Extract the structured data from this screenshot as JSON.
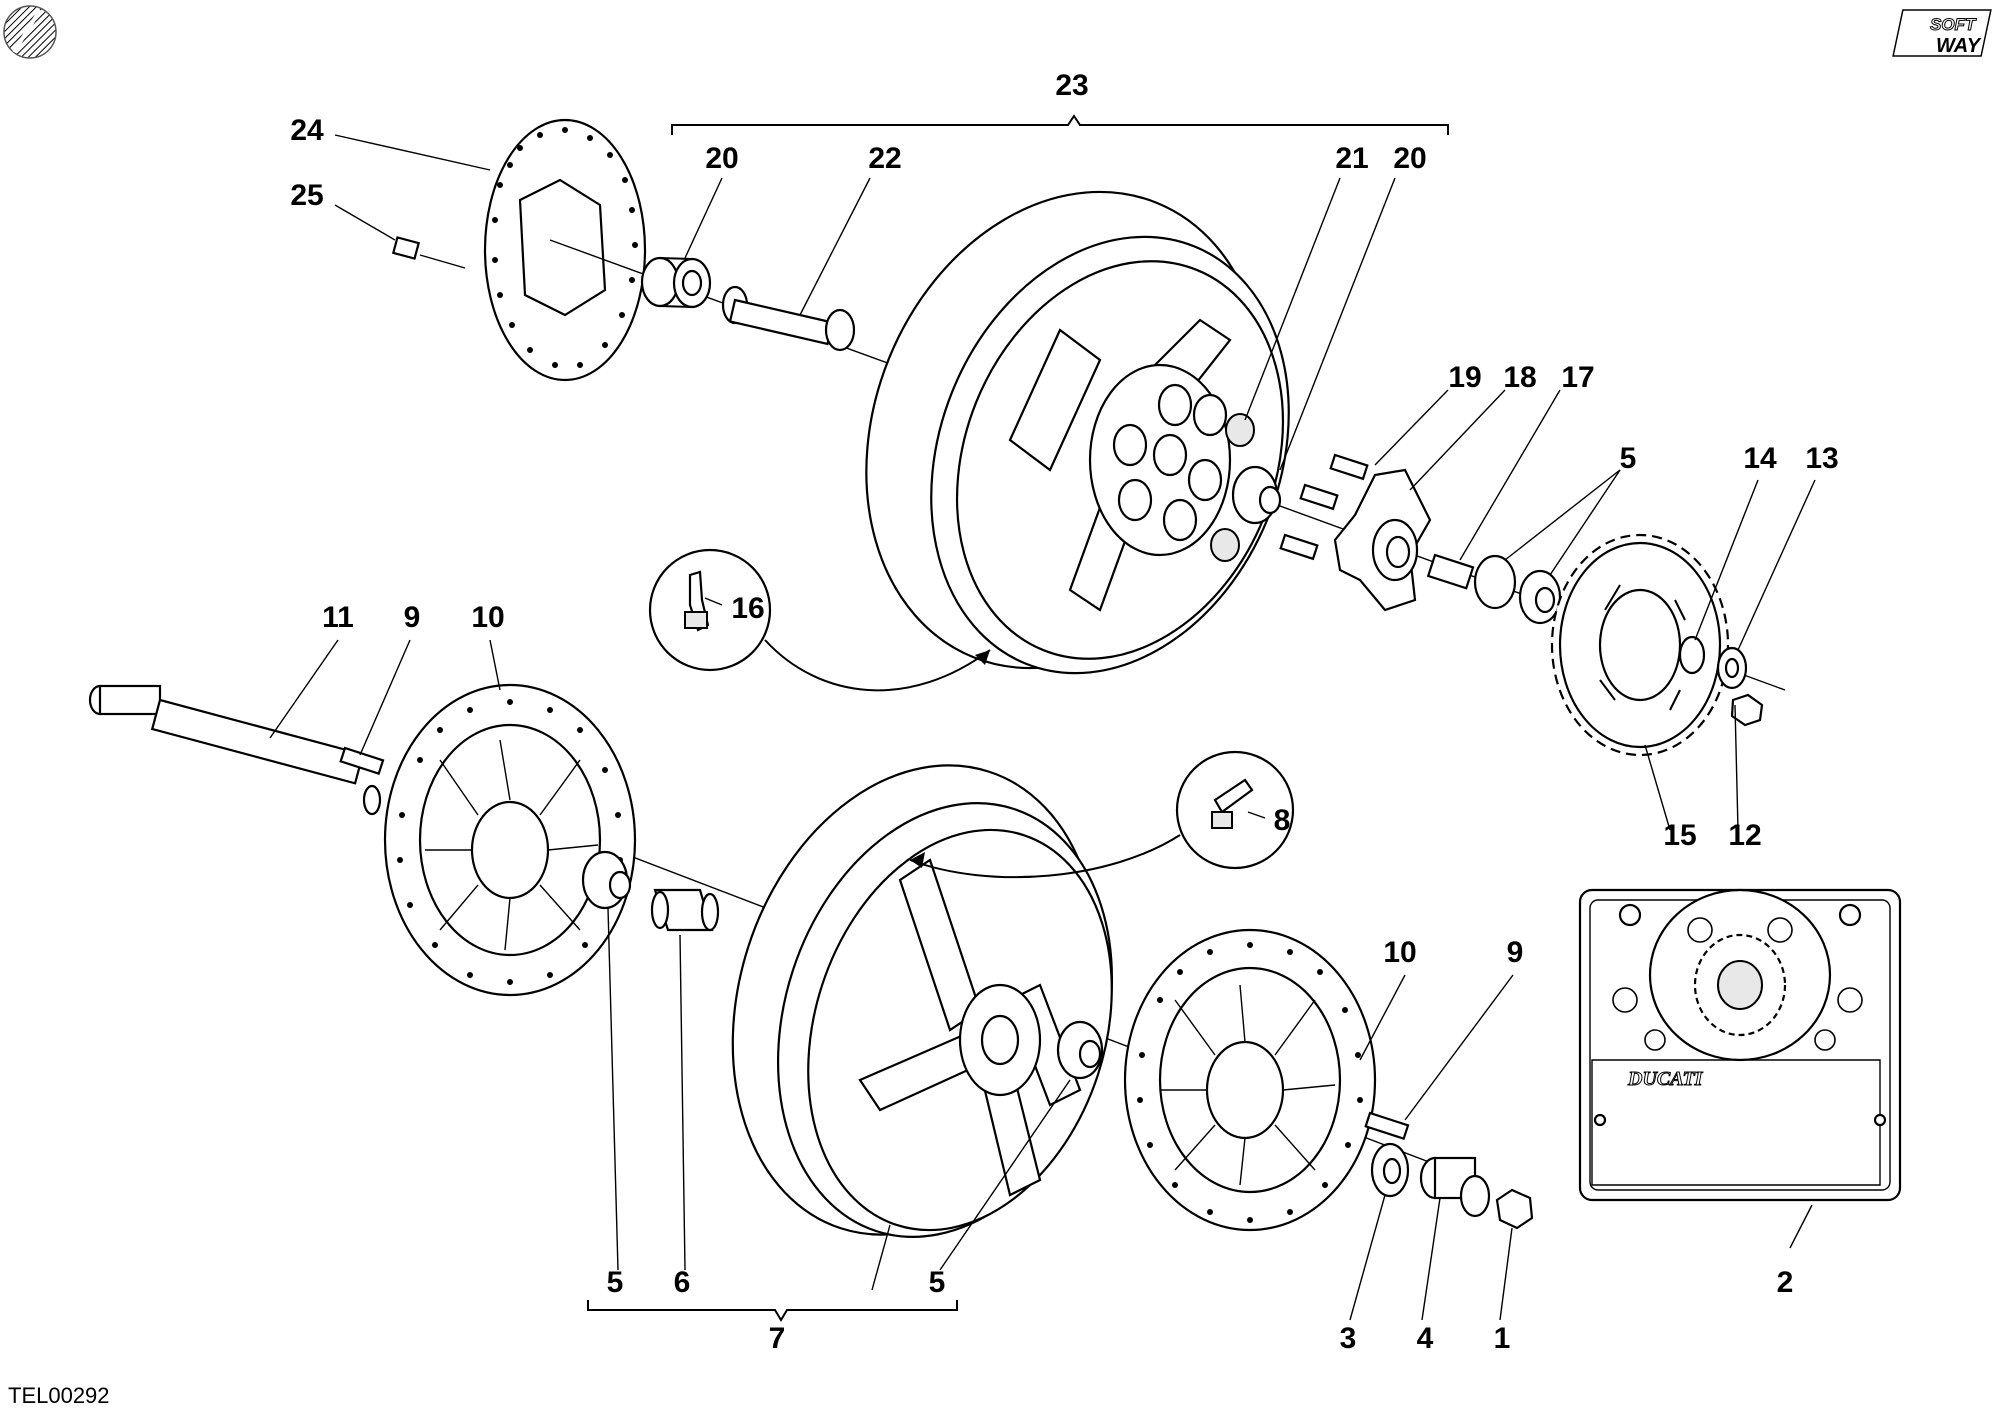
{
  "drawing_code": "TEL00292",
  "brand_logo": {
    "line1": "SOFT",
    "line2": "WAY"
  },
  "plate_logo_text": "DUCATI",
  "logo_icon": "hatched-disc-icon",
  "callouts": {
    "p1": "1",
    "p2": "2",
    "p3": "3",
    "p4": "4",
    "p5a": "5",
    "p5b": "5",
    "p5c": "5",
    "p6": "6",
    "p7": "7",
    "p8": "8",
    "p9a": "9",
    "p9b": "9",
    "p10a": "10",
    "p10b": "10",
    "p11": "11",
    "p12": "12",
    "p13": "13",
    "p14": "14",
    "p15": "15",
    "p16": "16",
    "p17": "17",
    "p18": "18",
    "p19": "19",
    "p20a": "20",
    "p20b": "20",
    "p21": "21",
    "p22": "22",
    "p23": "23",
    "p24": "24",
    "p25": "25"
  }
}
